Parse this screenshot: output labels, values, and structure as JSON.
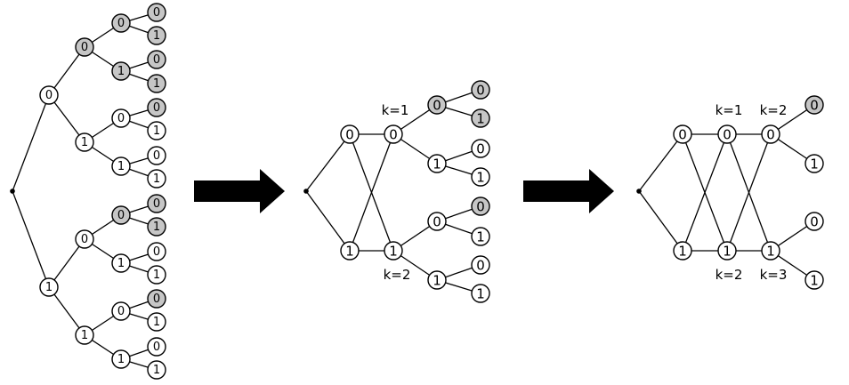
{
  "colors": {
    "shaded": "#c6c6c6",
    "plain": "#ffffff",
    "ink": "#000000"
  },
  "diagram1": {
    "nodes": {
      "a": {
        "label": "0"
      },
      "b": {
        "label": "1"
      },
      "c": {
        "label": "0",
        "shaded": true
      },
      "d": {
        "label": "1"
      },
      "e": {
        "label": "0",
        "shaded": true
      },
      "f": {
        "label": "1",
        "shaded": true
      },
      "g": {
        "label": "0"
      },
      "h": {
        "label": "1"
      },
      "i": {
        "label": "0"
      },
      "j": {
        "label": "1"
      },
      "k": {
        "label": "0",
        "shaded": true
      },
      "l": {
        "label": "1"
      },
      "m": {
        "label": "0"
      },
      "n": {
        "label": "1"
      },
      "o1": {
        "label": "0",
        "shaded": true
      },
      "o2": {
        "label": "1",
        "shaded": true
      },
      "o3": {
        "label": "0",
        "shaded": true
      },
      "o4": {
        "label": "1",
        "shaded": true
      },
      "o5": {
        "label": "0",
        "shaded": true
      },
      "o6": {
        "label": "1"
      },
      "o7": {
        "label": "0"
      },
      "o8": {
        "label": "1"
      },
      "o9": {
        "label": "0",
        "shaded": true
      },
      "o10": {
        "label": "1",
        "shaded": true
      },
      "o11": {
        "label": "0"
      },
      "o12": {
        "label": "1"
      },
      "o13": {
        "label": "0",
        "shaded": true
      },
      "o14": {
        "label": "1"
      },
      "o15": {
        "label": "0"
      },
      "o16": {
        "label": "1"
      }
    }
  },
  "diagram2": {
    "nodes": {
      "a": {
        "label": "0"
      },
      "b": {
        "label": "1"
      },
      "c": {
        "label": "0"
      },
      "d": {
        "label": "1"
      },
      "e": {
        "label": "0",
        "shaded": true
      },
      "f": {
        "label": "1"
      },
      "g": {
        "label": "0"
      },
      "h": {
        "label": "1"
      },
      "o1": {
        "label": "0",
        "shaded": true
      },
      "o2": {
        "label": "1",
        "shaded": true
      },
      "o3": {
        "label": "0"
      },
      "o4": {
        "label": "1"
      },
      "o5": {
        "label": "0",
        "shaded": true
      },
      "o6": {
        "label": "1"
      },
      "o7": {
        "label": "0"
      },
      "o8": {
        "label": "1"
      }
    },
    "k_labels": {
      "c": "k=1",
      "d": "k=2"
    }
  },
  "diagram3": {
    "nodes": {
      "a": {
        "label": "0"
      },
      "b": {
        "label": "1"
      },
      "c": {
        "label": "0"
      },
      "d": {
        "label": "1"
      },
      "e": {
        "label": "0"
      },
      "f": {
        "label": "1"
      },
      "o1": {
        "label": "0",
        "shaded": true
      },
      "o2": {
        "label": "1"
      },
      "o3": {
        "label": "0"
      },
      "o4": {
        "label": "1"
      }
    },
    "k_labels": {
      "c": "k=1",
      "d": "k=2",
      "e": "k=2",
      "f": "k=3"
    }
  }
}
